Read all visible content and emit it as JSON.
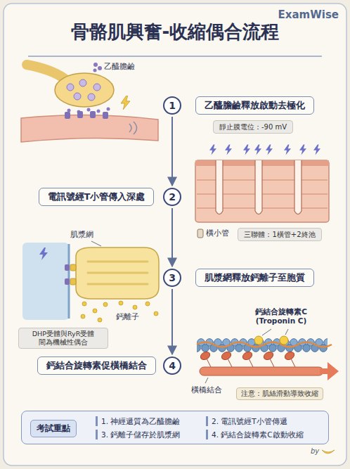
{
  "diagram": {
    "title": "骨骼肌興奮-收縮偶合流程",
    "nodes": [
      {
        "text": [
          "乙醯膽鹼釋放啟動去極化"
        ]
      },
      {
        "text": [
          "1"
        ]
      },
      {
        "text": [
          "靜止膜電位：-90 mV"
        ]
      },
      {
        "text": [
          "電訊號經T小管傳入深處"
        ]
      },
      {
        "text": [
          "2"
        ]
      },
      {
        "text": [
          "三聯體：1橫管+2終池"
        ]
      },
      {
        "text": [
          "3"
        ]
      },
      {
        "text": [
          "肌漿網釋放鈣離子至胞質"
        ]
      },
      {
        "text": [
          "DHP受體與RyR受體 間為機械性偶合"
        ]
      },
      {
        "text": [
          "鈣結合旋轉素促橫橋結合"
        ]
      },
      {
        "text": [
          "4"
        ]
      },
      {
        "text": [
          "注意：肌絲滑動導致收縮"
        ]
      },
      {
        "text": [
          "1. 神經遞質為乙醯膽鹼",
          "2. 電訊號經T小管傳遞",
          "3. 鈣離子儲存於肌漿網",
          "4. 鈣結合旋轉素C啟動收縮"
        ]
      },
      {
        "text": [
          "考試重點"
        ],
        "in": 12
      }
    ],
    "edges": [
      {
        "from": 1,
        "to": 4,
        "arrow": "to"
      },
      {
        "from": 4,
        "to": 6,
        "arrow": "to"
      },
      {
        "from": 6,
        "to": 10,
        "arrow": "to"
      }
    ],
    "labels": [
      "ExamWise",
      "乙醯膽鹼",
      "橫小管",
      "肌漿網",
      "鈣離子",
      "鈣結合旋轉素C (Troponin C)",
      "橫橋結合",
      "by"
    ]
  }
}
